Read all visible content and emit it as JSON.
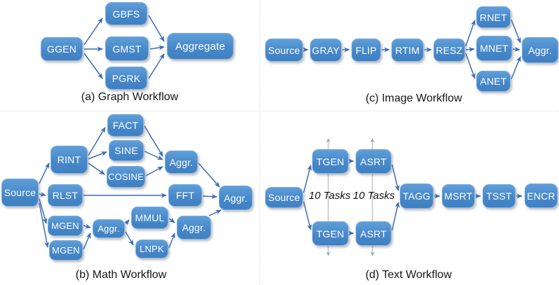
{
  "figure": {
    "description": "Four benchmark workflow DAG diagrams",
    "background": "#ffffff"
  },
  "colors": {
    "node_fill_top": "#5f9ed9",
    "node_fill_bottom": "#3f80c2",
    "node_border": "#7fafe0",
    "node_text": "#ffffff",
    "edge_blue": "#3a6cb8",
    "edge_gray": "#a9a9a9",
    "divider_dotted": "#d9d9d9",
    "caption_text": "#161616"
  },
  "panels": {
    "a": {
      "caption": "(a) Graph Workflow",
      "nodes": {
        "ggen": "GGEN",
        "gbfs": "GBFS",
        "gmst": "GMST",
        "pgrk": "PGRK",
        "aggregate": "Aggregate"
      }
    },
    "b": {
      "caption": "(b) Math Workflow",
      "nodes": {
        "source": "Source",
        "rint": "RINT",
        "fact": "FACT",
        "sine": "SINE",
        "cosine": "COSINE",
        "aggr_top": "Aggr.",
        "rlst": "RLST",
        "fft": "FFT",
        "mgen_top": "MGEN",
        "mgen_bottom": "MGEN",
        "aggr_mid": "Aggr.",
        "mmul": "MMUL",
        "lnpk": "LNPK",
        "aggr_right": "Aggr.",
        "aggr_final": "Aggr."
      }
    },
    "c": {
      "caption": "(c) Image Workflow",
      "nodes": {
        "source": "Source",
        "gray": "GRAY",
        "flip": "FLIP",
        "rtim": "RTIM",
        "resz": "RESZ",
        "rnet": "RNET",
        "mnet": "MNET",
        "anet": "ANET",
        "aggr": "Aggr."
      }
    },
    "d": {
      "caption": "(d) Text Workflow",
      "nodes": {
        "source": "Source",
        "tgen_top": "TGEN",
        "asrt_top": "ASRT",
        "tgen_bottom": "TGEN",
        "asrt_bottom": "ASRT",
        "tagg": "TAGG",
        "msrt": "MSRT",
        "tsst": "TSST",
        "encr": "ENCR"
      },
      "annotations": {
        "tasks_left": "10 Tasks",
        "tasks_right": "10 Tasks"
      }
    }
  }
}
